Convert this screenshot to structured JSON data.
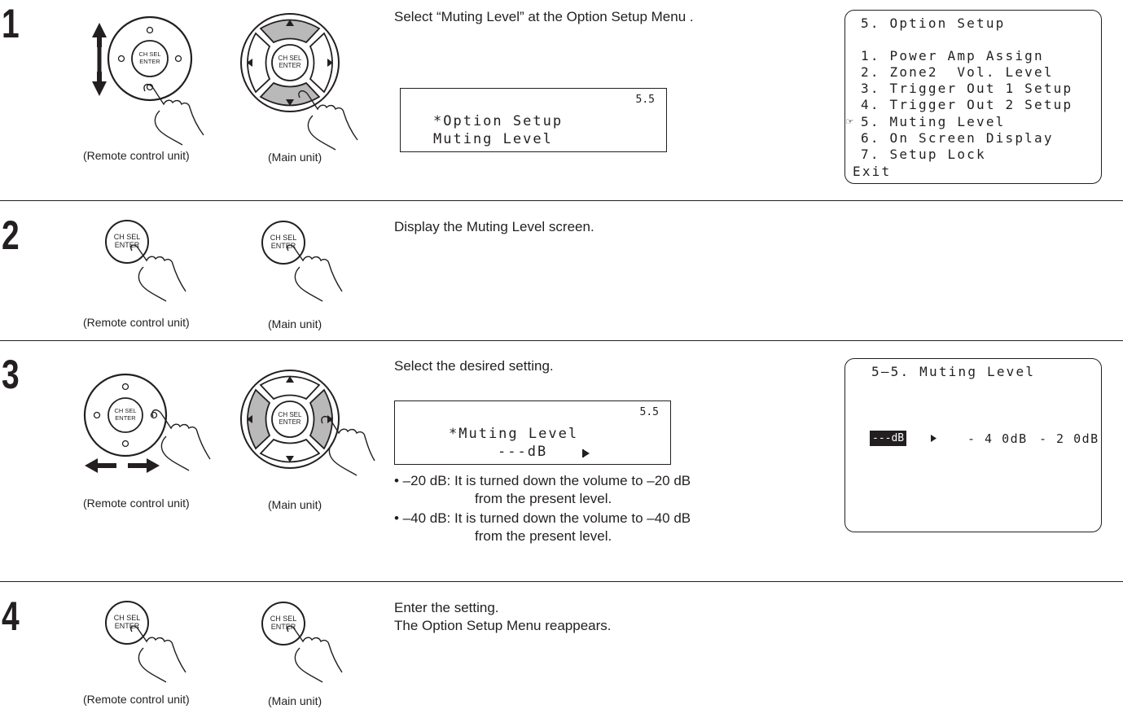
{
  "steps": [
    {
      "number": "1",
      "remote_caption": "(Remote control unit)",
      "main_caption": "(Main unit)",
      "instruction": "Select “Muting Level” at the Option Setup Menu .",
      "lcd": {
        "number": "5.5",
        "line1": "*Option Setup",
        "line2": "Muting Level"
      }
    },
    {
      "number": "2",
      "remote_caption": "(Remote control unit)",
      "main_caption": "(Main unit)",
      "instruction": "Display the Muting Level screen."
    },
    {
      "number": "3",
      "remote_caption": "(Remote control unit)",
      "main_caption": "(Main unit)",
      "instruction": "Select the desired setting.",
      "lcd": {
        "number": "5.5",
        "line1": "*Muting Level",
        "line2": "---dB"
      },
      "bullets": [
        {
          "lead": "• –20 dB: It is turned down the volume to –20 dB",
          "cont": "from the present level."
        },
        {
          "lead": "• –40 dB: It is turned down the volume to –40 dB",
          "cont": "from the present level."
        }
      ]
    },
    {
      "number": "4",
      "remote_caption": "(Remote control unit)",
      "main_caption": "(Main unit)",
      "instruction": "Enter the setting.",
      "instruction2": "The Option Setup Menu reappears."
    }
  ],
  "button_labels": {
    "top": "CH SEL",
    "bottom": "ENTER"
  },
  "osd_option_setup": {
    "title": "5. Option Setup",
    "items": [
      "1. Power Amp Assign",
      "2. Zone2  Vol. Level",
      "3. Trigger Out 1 Setup",
      "4. Trigger Out 2 Setup",
      "5. Muting Level",
      "6. On Screen Display",
      "7. Setup Lock",
      "Exit"
    ],
    "cursor_glyph": "☞"
  },
  "osd_muting_level": {
    "title": "5–5. Muting Level",
    "selected": "---dB",
    "options": [
      "- 4 0dB",
      "- 2 0dB"
    ]
  }
}
